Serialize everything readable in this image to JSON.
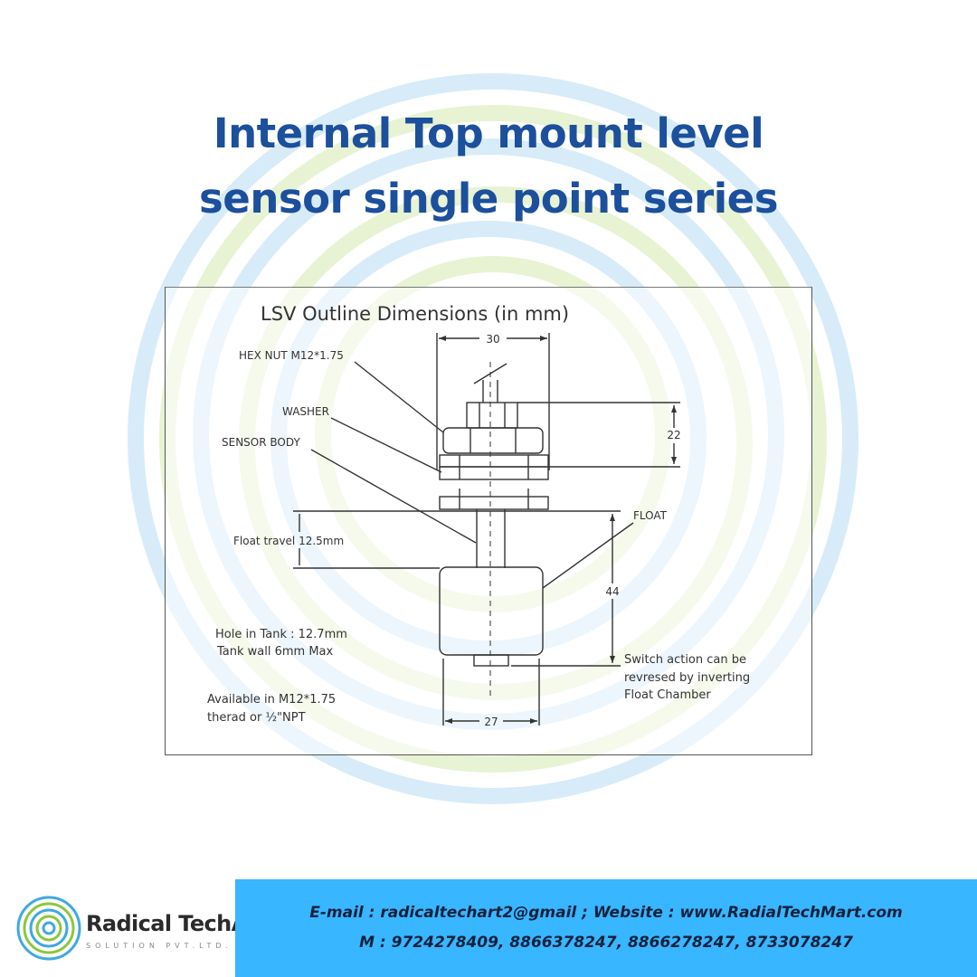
{
  "title": {
    "line1": "Internal Top mount level",
    "line2": "sensor single point series"
  },
  "diagram": {
    "heading": "LSV Outline Dimensions (in mm)",
    "labels": {
      "hex_nut": "HEX NUT M12*1.75",
      "washer": "WASHER",
      "sensor_body": "SENSOR BODY",
      "float": "FLOAT",
      "float_travel": "Float travel 12.5mm",
      "hole_line1": "Hole in Tank : 12.7mm",
      "hole_line2": "Tank wall 6mm Max",
      "avail_line1": "Available in M12*1.75",
      "avail_line2": "therad or ½\"NPT",
      "switch_line1": "Switch action can be",
      "switch_line2": "revresed by inverting",
      "switch_line3": "Float Chamber"
    },
    "dimensions": {
      "top_width": "30",
      "nut_height": "22",
      "total_height": "44",
      "float_width": "27"
    }
  },
  "brand": {
    "name": "Radical TechArt",
    "subtitle": "SOLUTION PVT.LTD."
  },
  "contact": {
    "line1": "E-mail : radicaltechart2@gmail ; Website : www.RadialTechMart.com",
    "line2": "M : 9724278409, 8866378247, 8866278247, 8733078247"
  },
  "colors": {
    "title": "#1c4f9c",
    "contact_bar": "#38b6ff",
    "ring_blue": "#cfe7f7",
    "ring_green": "#e6f2cf"
  }
}
